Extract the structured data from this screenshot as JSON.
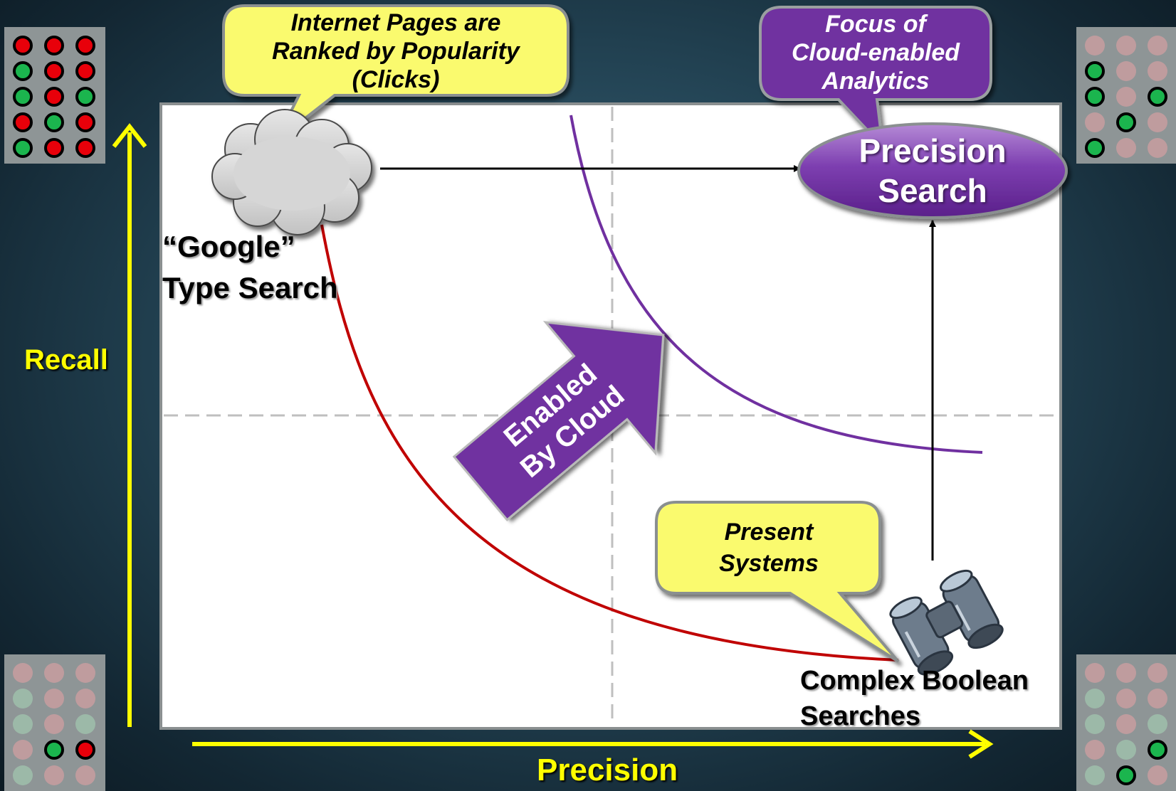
{
  "axes": {
    "y_label": "Recall",
    "x_label": "Precision"
  },
  "callouts": {
    "internet": [
      "Internet Pages are",
      "Ranked by Popularity",
      "(Clicks)"
    ],
    "focus": [
      "Focus of",
      "Cloud-enabled",
      "Analytics"
    ],
    "present": [
      "Present",
      "Systems"
    ]
  },
  "nodes": {
    "google": [
      "“Google”",
      "Type Search"
    ],
    "precision_search": [
      "Precision",
      "Search"
    ],
    "complex_boolean": [
      "Complex Boolean",
      "Searches"
    ]
  },
  "big_arrow": [
    "Enabled",
    "By Cloud"
  ],
  "colors": {
    "axis_yellow": "#ffff00",
    "callout_yellow": "#fafa6e",
    "purple": "#7030a0",
    "red_curve": "#c00000",
    "grid_dash": "#bfbfbf"
  },
  "icons": {
    "cloud": "cloud-icon",
    "binoculars": "binoculars-icon"
  },
  "dot_panels": {
    "top_left": [
      "red",
      "red",
      "red",
      "green",
      "red",
      "red",
      "green",
      "red",
      "green",
      "red",
      "green",
      "red",
      "green",
      "red",
      "red"
    ],
    "top_right": [
      "faint-red",
      "faint-red",
      "faint-red",
      "green",
      "faint-red",
      "faint-red",
      "green",
      "faint-red",
      "green",
      "faint-red",
      "green",
      "faint-red",
      "green",
      "faint-red",
      "faint-red"
    ],
    "bottom_left": [
      "faint-red",
      "faint-red",
      "faint-red",
      "faint-green",
      "faint-red",
      "faint-red",
      "faint-green",
      "faint-red",
      "faint-green",
      "faint-red",
      "green",
      "red",
      "faint-green",
      "faint-red",
      "faint-red"
    ],
    "bottom_right": [
      "faint-red",
      "faint-red",
      "faint-red",
      "faint-green",
      "faint-red",
      "faint-red",
      "faint-green",
      "faint-red",
      "faint-green",
      "faint-red",
      "faint-green",
      "green",
      "faint-green",
      "green",
      "faint-red"
    ]
  }
}
